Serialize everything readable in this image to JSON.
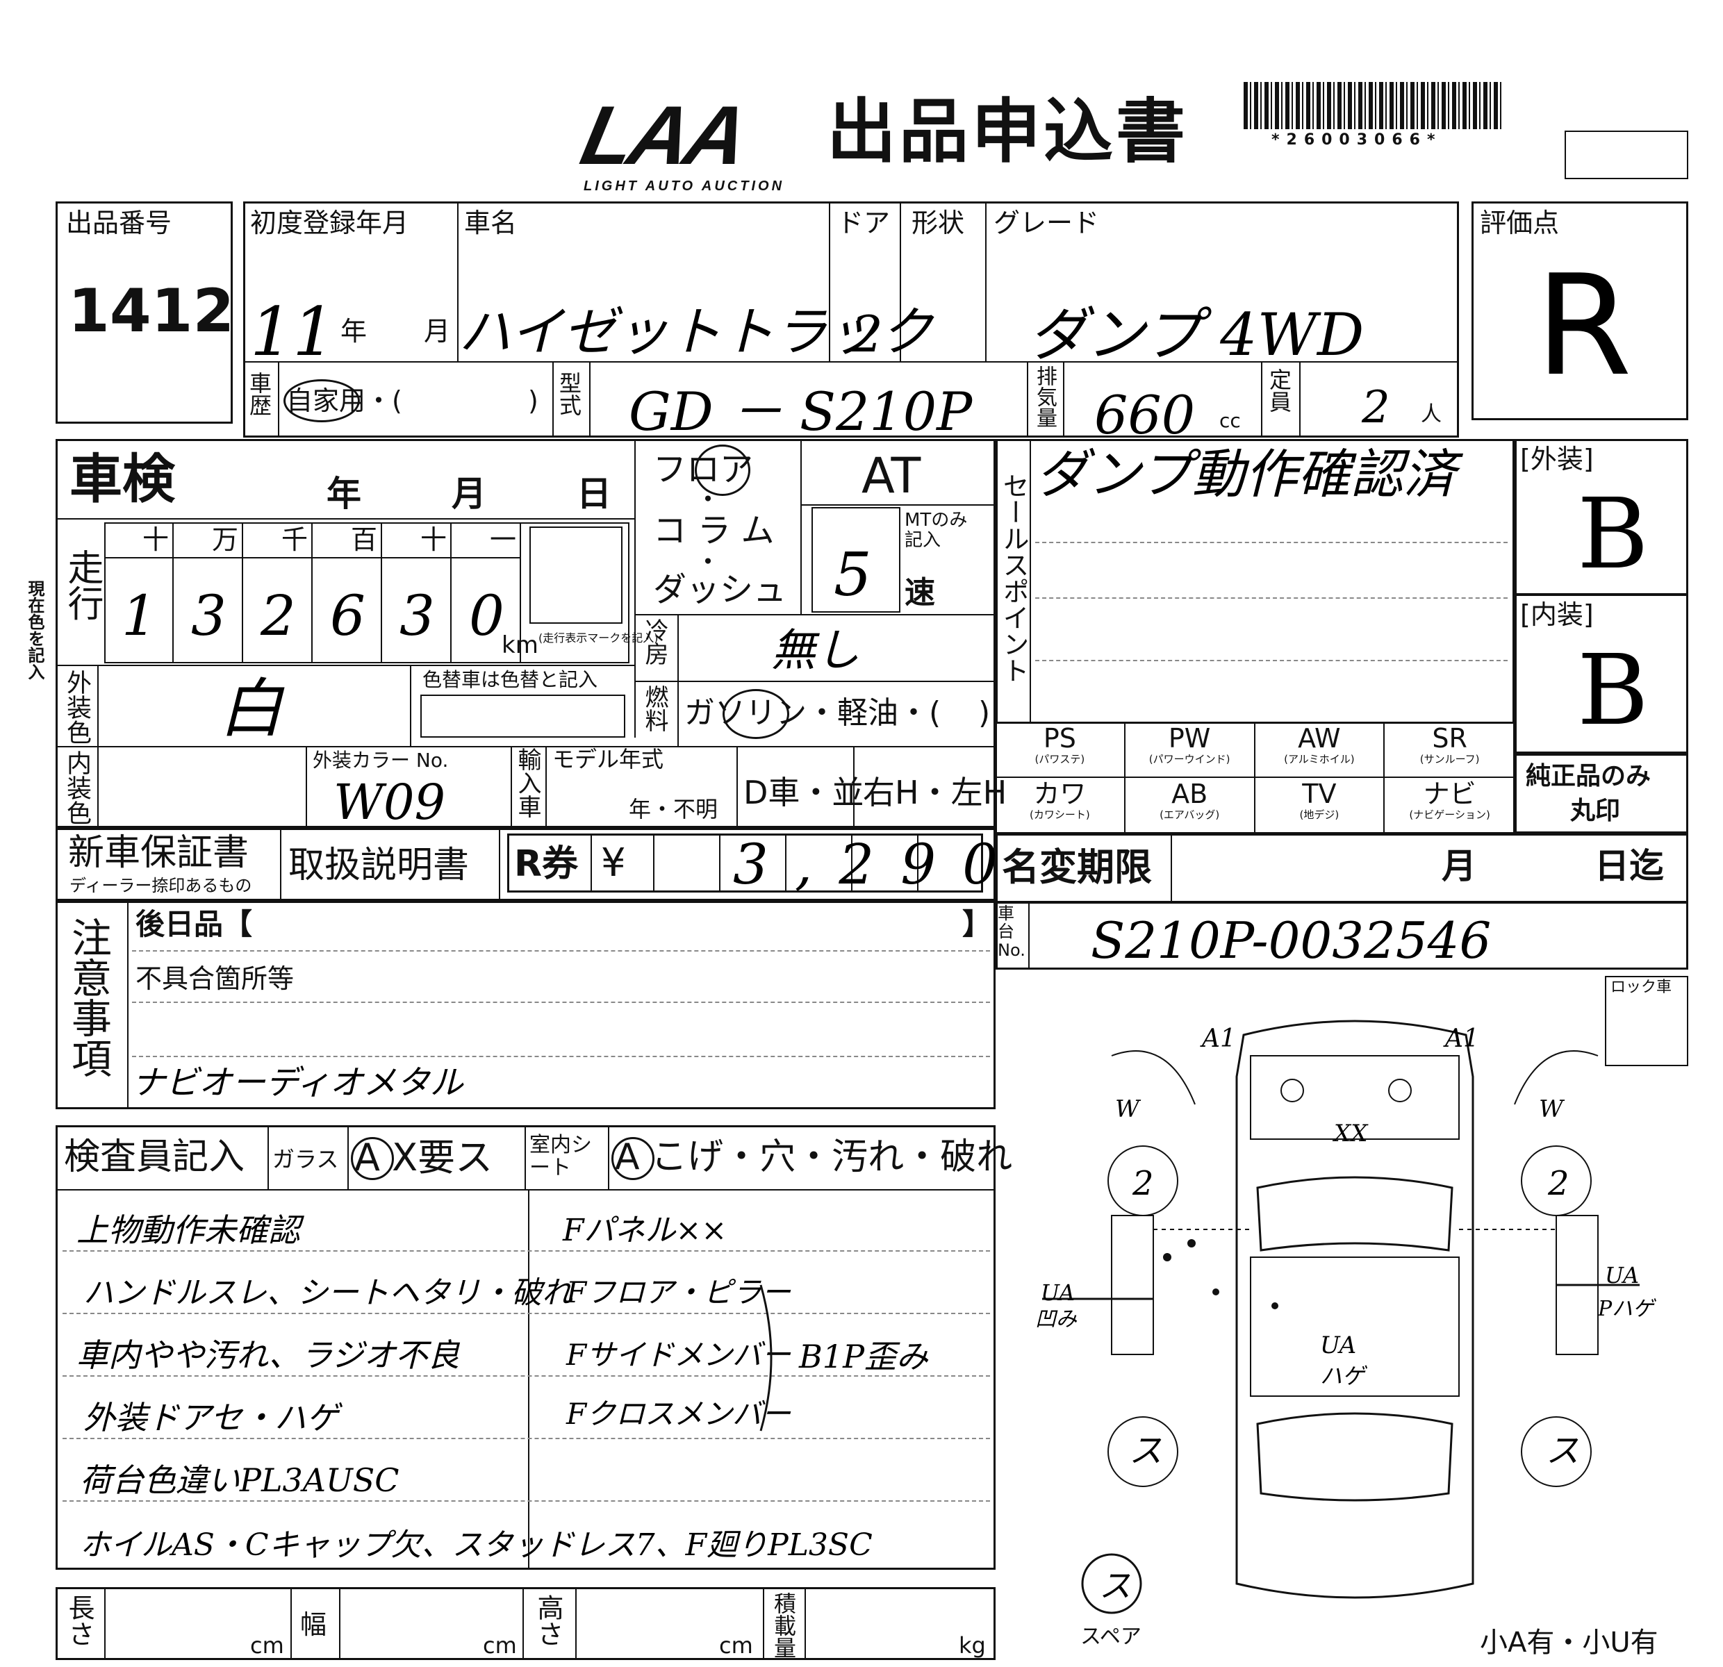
{
  "header": {
    "logo": "LAA",
    "logo_sub": "LIGHT AUTO AUCTION",
    "title": "出品申込書",
    "barcode_text": "*26003066*"
  },
  "lot": {
    "label": "出品番号",
    "value": "1412"
  },
  "registration": {
    "label": "初度登録年月",
    "year": "11",
    "year_unit": "年",
    "month_unit": "月"
  },
  "car_name": {
    "label": "車名",
    "value": "ハイゼットトラック"
  },
  "door": {
    "label": "ドア",
    "value": "2"
  },
  "shape": {
    "label": "形状"
  },
  "grade": {
    "label": "グレード",
    "value": "ダンプ 4WD"
  },
  "score": {
    "label": "評価点",
    "value": "R"
  },
  "history": {
    "label": "車歴",
    "value": "自家用・(",
    "close": ")"
  },
  "model": {
    "label": "型式",
    "value": "GD － S210P"
  },
  "displacement": {
    "label": "排気量",
    "value": "660",
    "unit": "cc"
  },
  "capacity": {
    "label": "定員",
    "value": "2",
    "unit": "人"
  },
  "shaken": {
    "label": "車検",
    "year": "年",
    "month": "月",
    "day": "日"
  },
  "mileage": {
    "label": "走行",
    "digit_headers": [
      "十",
      "万",
      "千",
      "百",
      "十",
      "一"
    ],
    "digits": [
      "1",
      "3",
      "2",
      "6",
      "3",
      "0"
    ],
    "unit": "km",
    "unit_note": "(走行表示マークを記入)"
  },
  "shift": {
    "floor": "フロア",
    "dot": "・",
    "column": "コラム",
    "dash": "ダッシュ",
    "at": "AT",
    "mt_note": "MTのみ記入",
    "speeds": "5",
    "speed_unit": "速"
  },
  "ac": {
    "label": "冷房",
    "value": "無し"
  },
  "fuel": {
    "label": "燃料",
    "value": "ガソリン・軽油・(",
    "close": ")"
  },
  "exterior_color": {
    "label": "外装色",
    "value": "白",
    "note": "色替車は色替と記入"
  },
  "interior_color": {
    "label": "内装色"
  },
  "color_no": {
    "label": "外装カラー No.",
    "value": "W09"
  },
  "import": {
    "label": "輸入車",
    "model_year": "モデル年式",
    "year_unknown": "年・不明",
    "dealer": "D車・並",
    "handle": "右H・左H"
  },
  "sales_point": {
    "label": "セールスポイント",
    "text": "ダンプ動作確認済"
  },
  "exterior_grade": {
    "label": "[外装]",
    "value": "B"
  },
  "interior_grade": {
    "label": "[内装]",
    "value": "B"
  },
  "equipment": [
    {
      "code": "PS",
      "sub": "(パワステ)"
    },
    {
      "code": "PW",
      "sub": "(パワーウインド)"
    },
    {
      "code": "AW",
      "sub": "(アルミホイル)"
    },
    {
      "code": "SR",
      "sub": "(サンルーフ)"
    },
    {
      "code": "カワ",
      "sub": "(カワシート)"
    },
    {
      "code": "AB",
      "sub": "(エアバッグ)"
    },
    {
      "code": "TV",
      "sub": "(地デジ)"
    },
    {
      "code": "ナビ",
      "sub": "(ナビゲーション)"
    }
  ],
  "genuine_only": {
    "line1": "純正品のみ",
    "line2": "丸印"
  },
  "warranty": {
    "label": "新車保証書",
    "sub": "ディーラー捺印あるもの"
  },
  "manual": {
    "label": "取扱説明書"
  },
  "r_ticket": {
    "label": "R券",
    "yen": "¥",
    "value": "3,290"
  },
  "name_change": {
    "label": "名変期限",
    "month": "月",
    "day": "日迄"
  },
  "chassis": {
    "label": "車台No.",
    "value": "S210P-0032546"
  },
  "notes": {
    "label": "注意事項",
    "later_items": "後日品【",
    "later_close": "】",
    "defects": "不具合箇所等",
    "handwritten": "ナビオーディオメタル"
  },
  "inspector": {
    "label": "検査員記入",
    "glass": "ガラス",
    "glass_value": "A X要ス",
    "seat": "室内シート",
    "seat_value": "A こげ・穴・汚れ・破れ"
  },
  "inspector_lines_left": [
    "上物動作未確認",
    "ハンドルスレ、シートヘタリ・破れ",
    "車内やや汚れ、ラジオ不良",
    "外装ドアセ・ハゲ",
    "荷台色違いPL3AUSC",
    "ホイルAS・Cキャップ欠、スタッドレス7、F廻りPL3SC"
  ],
  "inspector_lines_right": [
    "Fパネル××",
    "Fフロア・ピラー",
    "Fサイドメンバー",
    "Fクロスメンバー"
  ],
  "bracket_note": "B1P歪み",
  "dimensions": {
    "length": "長さ",
    "width": "幅",
    "height": "高さ",
    "load": "積載量",
    "cm": "cm",
    "kg": "kg"
  },
  "diagram": {
    "lock": "ロック車",
    "marks": {
      "a1": "A1",
      "a1r": "A1",
      "w_left": "W",
      "w_right": "W",
      "roof": "XX",
      "wheel": "2",
      "wheel_rear": "ス",
      "ua_left": "UA",
      "ua_left2": "凹み",
      "ua_right": "UA",
      "ua_right2": "Pハゲ",
      "ua_center": "UA",
      "ua_center2": "ハゲ",
      "spare": "ス",
      "spare_label": "スペア"
    },
    "bottom": "小A有・小U有"
  },
  "side_note": "現在色を記入"
}
